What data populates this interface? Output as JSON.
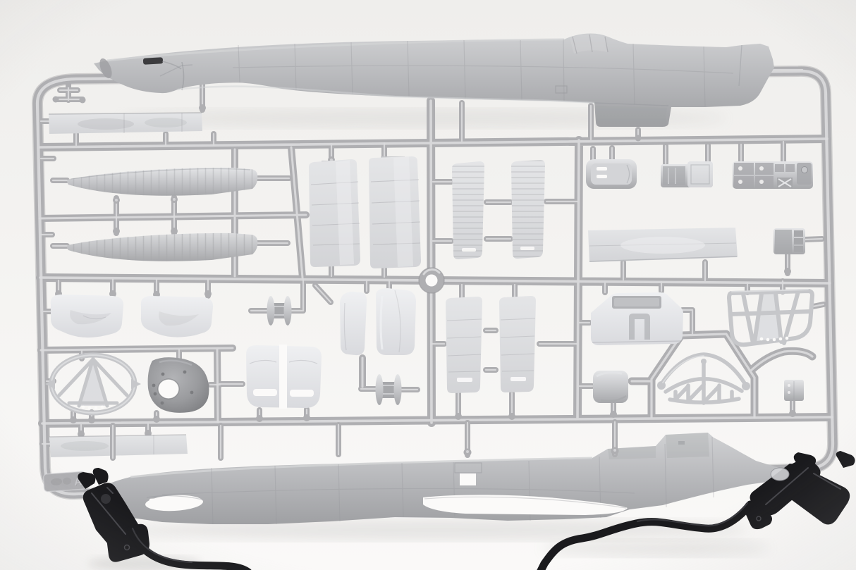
{
  "scene": {
    "type": "product-photograph",
    "description": "Light grey injection-moulded styrene sprue (runner frame) of an aircraft plastic model kit, photographed on a white background. The sprue is held at its lower corners by two black spring clamps, each with a black cable running off the bottom edge of the photo.",
    "frame_tab_label": "A"
  },
  "colors": {
    "bg_top": "#efeeec",
    "bg_mid": "#f4f3f1",
    "bg_low": "#faf9f8",
    "rail": "#afafb2",
    "rail_hi": "#dbdbdd",
    "rail_lo": "#929295",
    "part": "#c6c7ca",
    "part_hi": "#e4e5e7",
    "part_lo": "#a7a8ab",
    "panel": "#d3d4d7",
    "shell": "#d9dade",
    "shell_hi": "#eff0f2",
    "fus": "#b7b8bb",
    "fus_hi": "#d2d3d5",
    "fus_lo": "#9d9ea1",
    "seam": "#94959a",
    "cowl": "#9a9b9e",
    "cowl_hi": "#b2b3b6",
    "cowl_lo": "#7c7d80",
    "black": "#1a1a1d",
    "black_hi": "#45454a",
    "hole": "#fbfaf9",
    "shadow": "#b9b8b6",
    "emboss": "#c7c7ca"
  },
  "sprue": {
    "material": "grey styrene",
    "injection_gate": "central circular gate on middle runner",
    "parts": [
      "fuselage half (spanning top of frame)",
      "fuselage half (spanning bottom of frame)",
      "tapered ribbed wing half (upper)",
      "tapered ribbed wing half (lower)",
      "flat strip part (upper left)",
      "flat strip part (lower left)",
      "outer wing panel x2 (centre)",
      "ribbed tail fin / rudder half x2 (upper pair)",
      "tail fin half x2 (lower pair)",
      "light canopy shell x2 (left)",
      "circular fuselage former with internal truss",
      "engine cowling bowl with centre opening",
      "nacelle fairing shell x2",
      "double seat pan with cushion slots",
      "wheel spool x2",
      "cockpit tub",
      "seat box with raised back",
      "instrument panel cluster with dials",
      "wing centre-section skin panel",
      "equipment box (right, upper)",
      "equipment box (right, lower)",
      "armoured bulkhead with headrest",
      "fuel tank block",
      "engine mount lattice truss",
      "windscreen / cabane frame with drilled holes",
      "small T-bracket (top left)"
    ],
    "clamps": [
      "black spring clamp gripping lower-left corner",
      "black spring clamp gripping lower-right corner"
    ],
    "cables": [
      "black cable exiting bottom edge left of centre",
      "black cable exiting bottom edge right of centre"
    ]
  }
}
